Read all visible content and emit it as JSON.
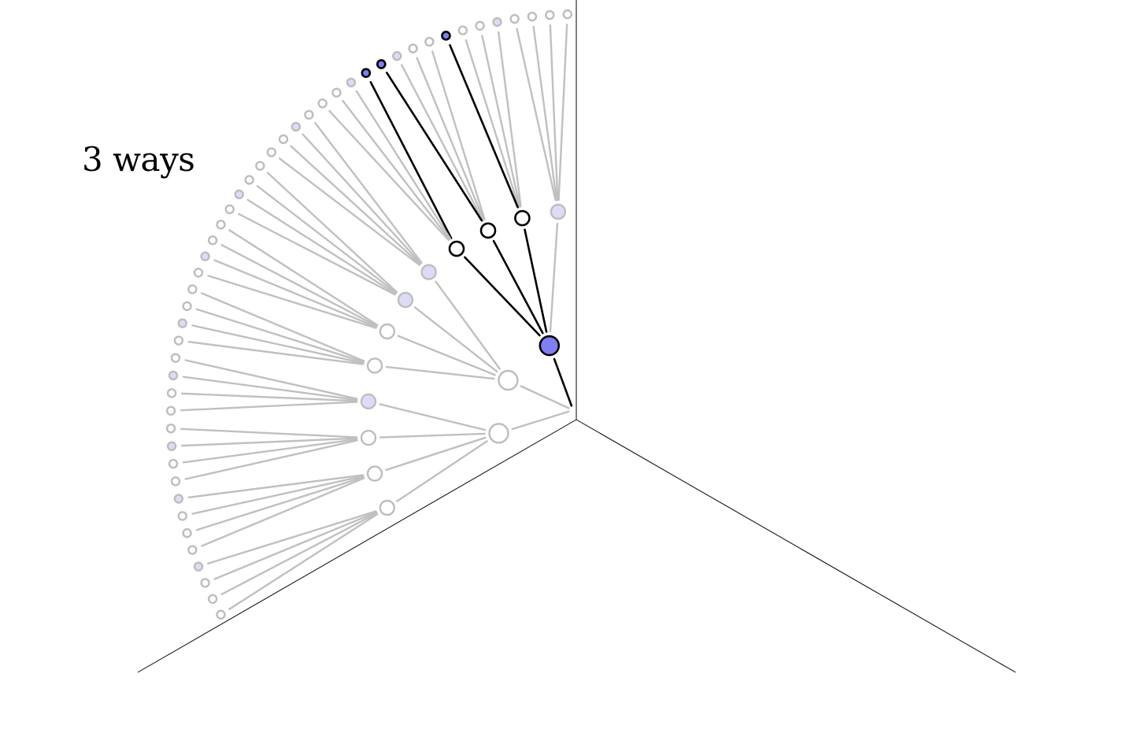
{
  "caption": "3 ways",
  "tree": {
    "levels": 4,
    "branching": [
      3,
      4,
      4
    ],
    "leaf_count": 48,
    "highlighted_leaf_count": 3,
    "colors": {
      "background": "#ffffff",
      "axis": "#000000",
      "inactive_edge": "#c0c0c0",
      "inactive_node_stroke": "#bdbdbd",
      "inactive_fill": "#ffffff",
      "marked_fill": "#dcdcf8",
      "active_edge": "#000000",
      "active_fill": "#7f7ff2"
    }
  }
}
